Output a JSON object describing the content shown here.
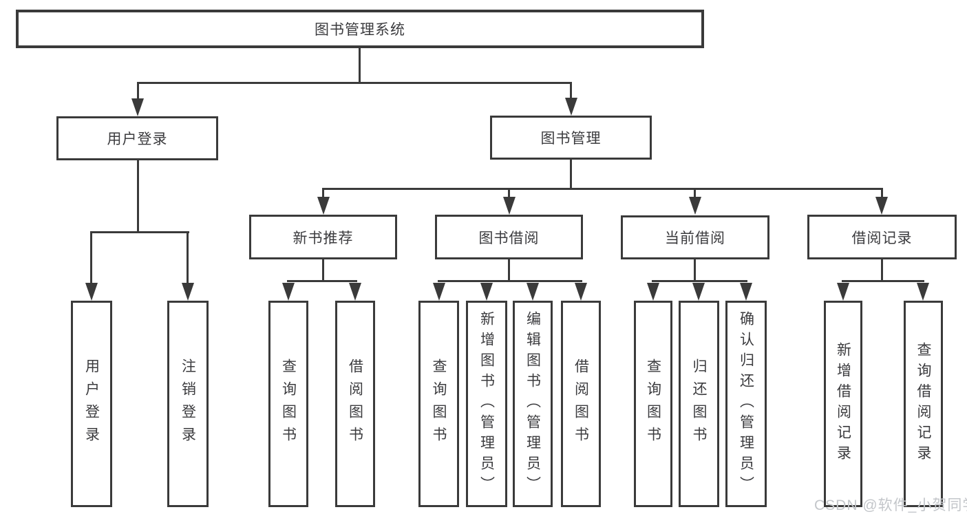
{
  "colors": {
    "line": "#3a3a3a",
    "text": "#3b3b3e",
    "background": "#ffffff",
    "watermark": "#c3c6ca"
  },
  "tree": {
    "label": "图书管理系统",
    "children": [
      {
        "label": "用户登录",
        "children": [
          {
            "label": "用户登录"
          },
          {
            "label": "注销登录"
          }
        ]
      },
      {
        "label": "图书管理",
        "children": [
          {
            "label": "新书推荐",
            "children": [
              {
                "label": "查询图书"
              },
              {
                "label": "借阅图书"
              }
            ]
          },
          {
            "label": "图书借阅",
            "children": [
              {
                "label": "查询图书"
              },
              {
                "label": "新增图书（管理员）"
              },
              {
                "label": "编辑图书（管理员）"
              },
              {
                "label": "借阅图书"
              }
            ]
          },
          {
            "label": "当前借阅",
            "children": [
              {
                "label": "查询图书"
              },
              {
                "label": "归还图书"
              },
              {
                "label": "确认归还（管理员）"
              }
            ]
          },
          {
            "label": "借阅记录",
            "children": [
              {
                "label": "新增借阅记录"
              },
              {
                "label": "查询借阅记录"
              }
            ]
          }
        ]
      }
    ]
  },
  "watermark": {
    "text": "CSDN @软件_小贺同学"
  }
}
